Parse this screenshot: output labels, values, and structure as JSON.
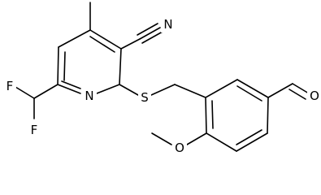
{
  "atoms": {
    "f_top": "F",
    "f_bottom": "F",
    "n_ring": "N",
    "n_nitrile": "N",
    "s_thio": "S",
    "o_aldehyde": "O",
    "o_methoxy": "O"
  }
}
